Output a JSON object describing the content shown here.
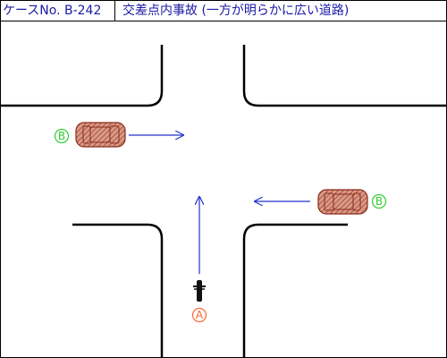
{
  "header": {
    "case_number": "ケースNo. B-242",
    "title": "交差点内事故 (一方が明らかに広い道路)"
  },
  "parties": {
    "A": {
      "label": "A",
      "vehicle": "motorcycle",
      "color": "#ff6633",
      "direction": "north"
    },
    "B": {
      "label": "B",
      "vehicle": "car",
      "color": "#33cc33",
      "positions": [
        {
          "side": "west",
          "direction": "east"
        },
        {
          "side": "east",
          "direction": "west"
        }
      ]
    }
  },
  "colors": {
    "title_text": "#1a1aa6",
    "arrow": "#2233cc",
    "road_line": "#000000",
    "car_fill": "#d99a86",
    "car_hatch": "#8b2a1a"
  },
  "icons": {
    "car": "car-icon",
    "motorcycle": "motorcycle-icon",
    "arrow": "arrow-icon"
  }
}
